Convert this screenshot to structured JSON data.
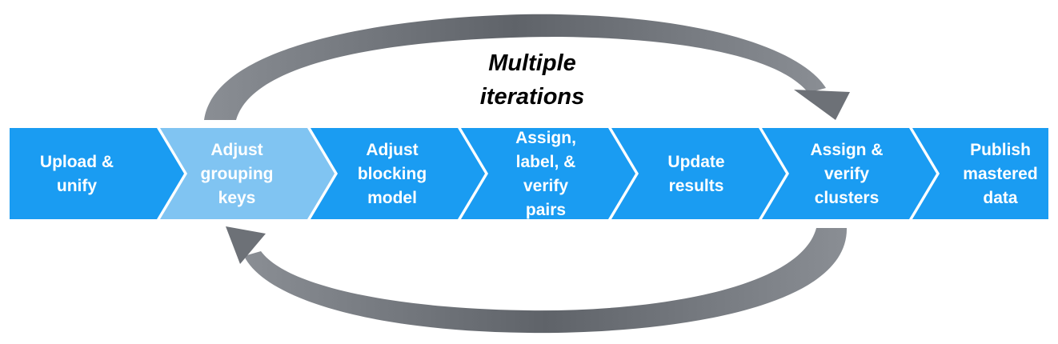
{
  "loop_label": [
    "Multiple",
    "iterations"
  ],
  "colors": {
    "step_fill": "#1a9cf2",
    "step_highlight_fill": "#80c4f2",
    "loop_arrow": "#6d7177",
    "text": "#ffffff"
  },
  "steps": [
    {
      "lines": [
        "Upload &",
        "unify"
      ],
      "highlighted": false
    },
    {
      "lines": [
        "Adjust",
        "grouping",
        "keys"
      ],
      "highlighted": true
    },
    {
      "lines": [
        "Adjust",
        "blocking",
        "model"
      ],
      "highlighted": false
    },
    {
      "lines": [
        "Assign,",
        "label, &",
        "verify",
        "pairs"
      ],
      "highlighted": false
    },
    {
      "lines": [
        "Update",
        "results"
      ],
      "highlighted": false
    },
    {
      "lines": [
        "Assign &",
        "verify",
        "clusters"
      ],
      "highlighted": false
    },
    {
      "lines": [
        "Publish",
        "mastered",
        "data"
      ],
      "highlighted": false
    }
  ],
  "icons": {
    "loop_arrow_top": "curved-arrow-right-icon",
    "loop_arrow_bottom": "curved-arrow-left-icon"
  }
}
